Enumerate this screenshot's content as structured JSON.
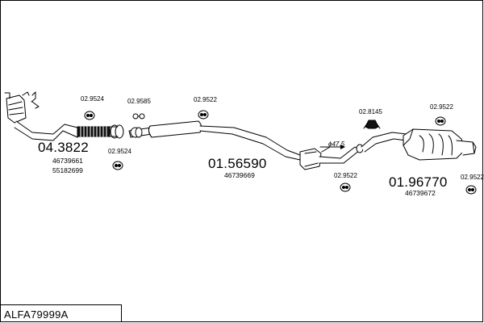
{
  "title": "ALFA79999A",
  "sections": [
    {
      "part_number": "04.3822",
      "oe_numbers": [
        "46739661",
        "55182699"
      ]
    },
    {
      "part_number": "01.56590",
      "oe_numbers": [
        "46739669"
      ]
    },
    {
      "part_number": "01.96770",
      "oe_numbers": [
        "46739672"
      ]
    }
  ],
  "fittings": {
    "a": "02.9524",
    "b": "02.9585",
    "c": "02.9522",
    "d": "02.9524",
    "e": "02.9522",
    "f": "02.8145",
    "g": "02.9522",
    "h": "02.9522"
  },
  "pipe_diameter": "ϕ47.5"
}
